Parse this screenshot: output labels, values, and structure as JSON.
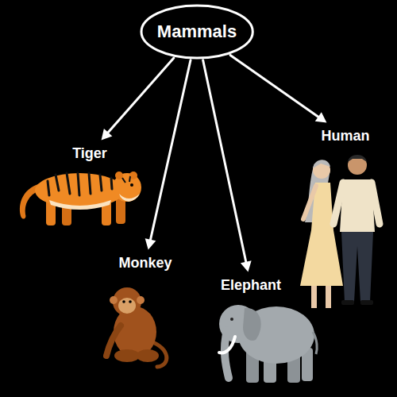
{
  "diagram": {
    "nodes": [
      {
        "text": [
          "Mammals"
        ]
      },
      {
        "text": [
          "Tiger"
        ]
      },
      {
        "text": [
          "Monkey"
        ]
      },
      {
        "text": [
          "Elephant"
        ]
      },
      {
        "text": [
          "Human"
        ]
      }
    ],
    "edges": [
      {
        "from": 0,
        "to": 1,
        "arrow": "to"
      },
      {
        "from": 0,
        "to": 2,
        "arrow": "to"
      },
      {
        "from": 0,
        "to": 3,
        "arrow": "to"
      },
      {
        "from": 0,
        "to": 4,
        "arrow": "to"
      }
    ]
  }
}
